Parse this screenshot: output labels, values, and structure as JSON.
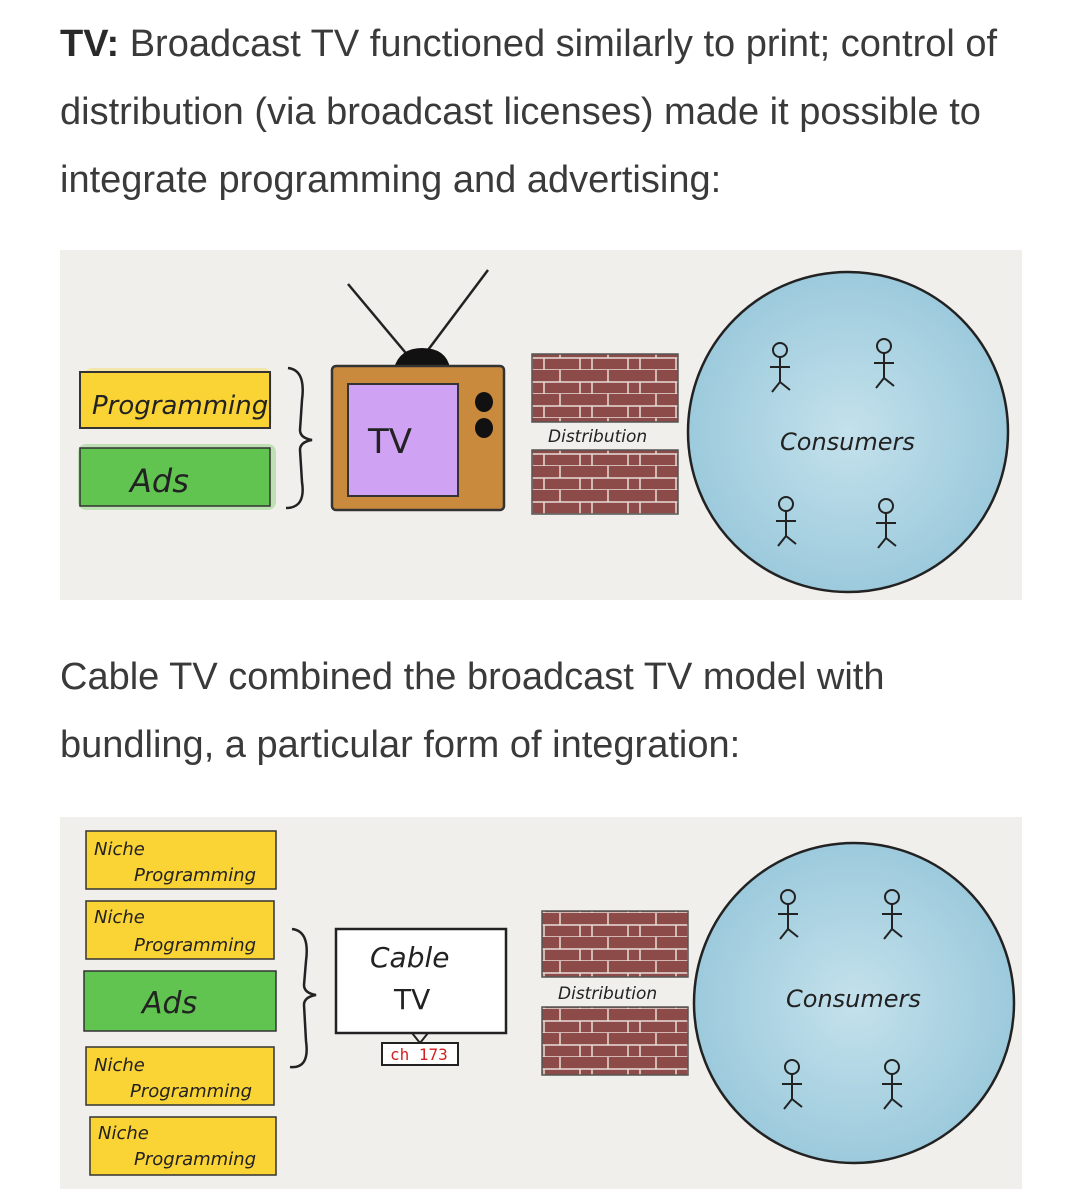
{
  "intro": {
    "bold_label": "TV:",
    "text": "Broadcast TV functioned similarly to print; control of distribution (via broadcast licenses) made it possible to integrate programming and advertising:"
  },
  "diagram_broadcast": {
    "programming_label": "Programming",
    "ads_label": "Ads",
    "tv_label": "TV",
    "distribution_label": "Distribution",
    "consumers_label": "Consumers"
  },
  "cable_text": "Cable TV combined the broadcast TV model with bundling, a particular form of integration:",
  "diagram_cable": {
    "niche_1": [
      "Niche",
      "Programming"
    ],
    "niche_2": [
      "Niche",
      "Programming"
    ],
    "ads_label": "Ads",
    "niche_3": [
      "Niche",
      "Programming"
    ],
    "niche_4": [
      "Niche",
      "Programming"
    ],
    "tv_line1": "Cable",
    "tv_line2": "TV",
    "channel_label": "ch 173",
    "distribution_label": "Distribution",
    "consumers_label": "Consumers"
  },
  "colors": {
    "programming_box": "#fad335",
    "ads_box": "#61c451",
    "tv_screen": "#cfa2f3",
    "tv_body": "#c98a3e",
    "brick": "#8c4a49",
    "consumers_circle": "#a9d2e2"
  }
}
